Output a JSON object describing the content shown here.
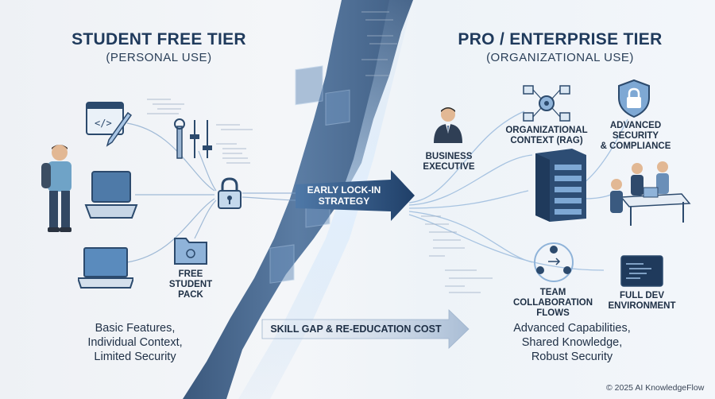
{
  "left": {
    "title": "STUDENT FREE TIER",
    "subtitle": "(PERSONAL USE)",
    "free_pack_label": "FREE\nSTUDENT\nPACK",
    "summary": "Basic Features,\nIndividual Context,\nLimited Security"
  },
  "right": {
    "title": "PRO / ENTERPRISE TIER",
    "subtitle": "(ORGANIZATIONAL USE)",
    "business_exec_label": "BUSINESS\nEXECUTIVE",
    "org_context_label": "ORGANIZATIONAL\nCONTEXT (RAG)",
    "security_label": "ADVANCED SECURITY\n& COMPLIANCE",
    "team_label": "TEAM\nCOLLABORATION\nFLOWS",
    "dev_env_label": "FULL DEV\nENVIRONMENT",
    "summary": "Advanced Capabilities,\nShared Knowledge,\nRobust Security"
  },
  "center": {
    "lock_in_label": "EARLY LOCK-IN\nSTRATEGY",
    "skill_gap_label": "SKILL GAP & RE-EDUCATION COST"
  },
  "footer": {
    "copyright": "© 2025 AI KnowledgeFlow"
  },
  "colors": {
    "navy": "#1f3a5c",
    "arrow_blue": "#2f5a8c",
    "light_blue": "#8fb3d9",
    "chasm": "#3d5f8a"
  }
}
